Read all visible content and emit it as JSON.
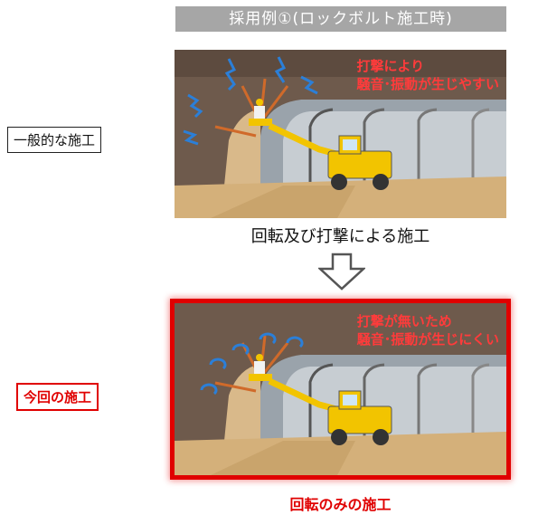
{
  "banner": {
    "title": "採用例①(ロックボルト施工時)"
  },
  "labels": {
    "normal": "一般的な施工",
    "current": "今回の施工"
  },
  "panel_top": {
    "note_line1": "打撃により",
    "note_line2": "騒音･振動が生じやすい",
    "caption": "回転及び打撃による施工"
  },
  "panel_bottom": {
    "note_line1": "打撃が無いため",
    "note_line2": "騒音･振動が生じにくい",
    "caption": "回転のみの施工"
  },
  "colors": {
    "accent_red": "#e00000",
    "banner_gray": "#a6a6a6",
    "machine_yellow": "#f2c400"
  }
}
